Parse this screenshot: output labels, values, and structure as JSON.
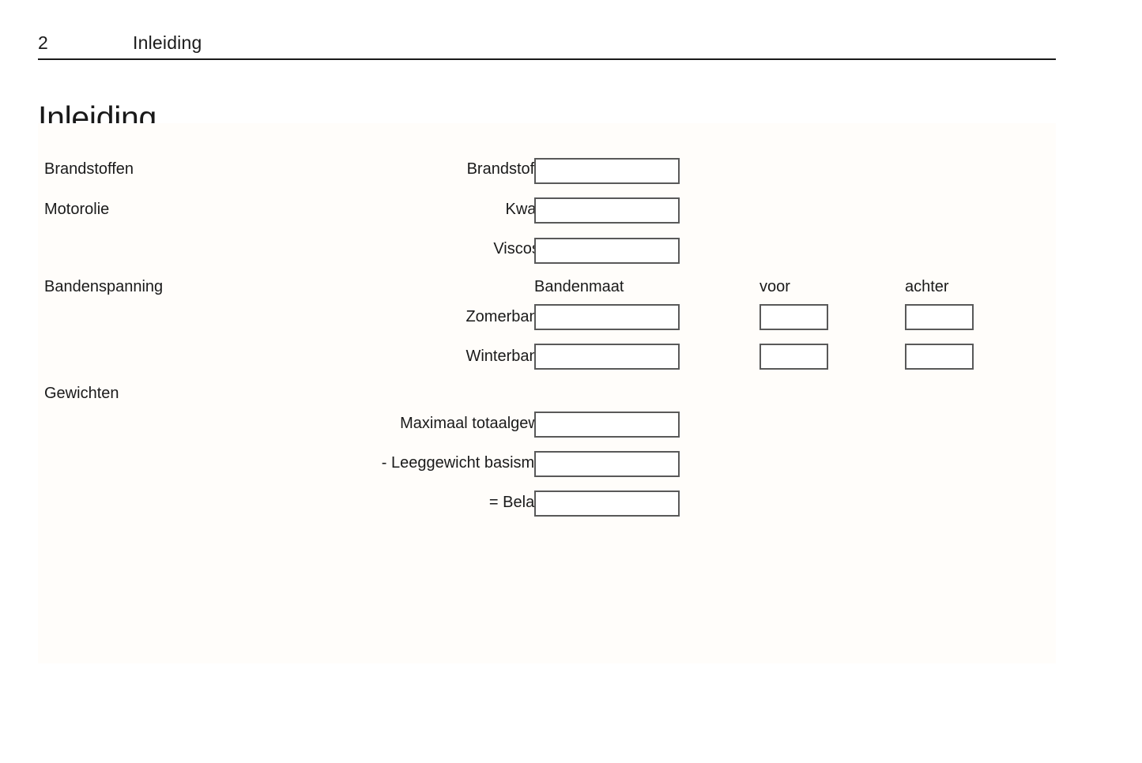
{
  "header": {
    "page_number": "2",
    "chapter": "Inleiding"
  },
  "title": "Inleiding",
  "sections": [
    {
      "label": "Brandstoffen"
    },
    {
      "label": "Motorolie"
    },
    {
      "label": "Bandenspanning"
    },
    {
      "label": "Gewichten"
    }
  ],
  "fields": {
    "fuel_type": "Brandstoftype",
    "quality": "Kwaliteit",
    "viscosity": "Viscositeit",
    "summer_tyres": "Zomerbanden",
    "winter_tyres": "Winterbanden",
    "max_total_weight": "Maximaal totaalgewicht",
    "kerb_weight": "- Leeggewicht basismodel",
    "payload": "= Belading"
  },
  "tyre_table": {
    "columns": [
      "Bandenmaat",
      "voor",
      "achter"
    ],
    "rows": [
      {
        "label": "Zomerbanden",
        "size": "",
        "front": "",
        "rear": ""
      },
      {
        "label": "Winterbanden",
        "size": "",
        "front": "",
        "rear": ""
      }
    ]
  },
  "values": {
    "fuel_type": "",
    "quality": "",
    "viscosity": "",
    "max_total_weight": "",
    "kerb_weight": "",
    "payload": ""
  },
  "colors": {
    "text": "#1a1a1a",
    "panel_background": "#fffdfa",
    "box_border": "#595959",
    "box_fill": "#ffffff",
    "rule": "#1a1a1a"
  }
}
